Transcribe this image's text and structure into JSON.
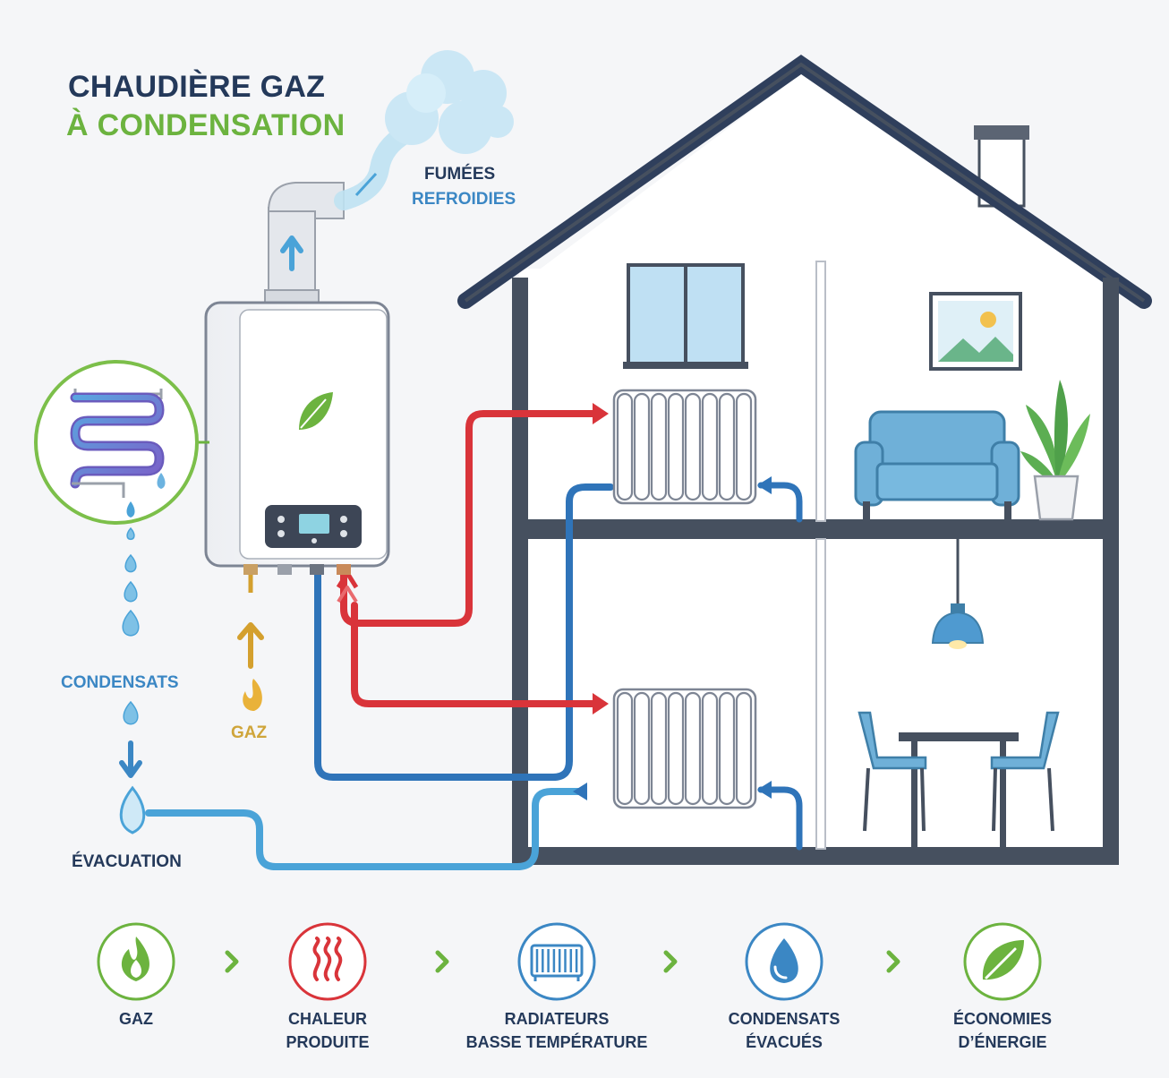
{
  "title": {
    "line1": "CHAUDIÈRE GAZ",
    "line2": "À CONDENSATION"
  },
  "labels": {
    "fumees_line1": "FUMÉES",
    "fumees_line2": "REFROIDIES",
    "condensats": "CONDENSATS",
    "gaz": "GAZ",
    "evacuation": "ÉVACUATION"
  },
  "steps": [
    {
      "line1": "GAZ",
      "line2": "",
      "icon": "flame-icon",
      "color": "#6cb33f"
    },
    {
      "line1": "CHALEUR",
      "line2": "PRODUITE",
      "icon": "heat-waves-icon",
      "color": "#d9343a"
    },
    {
      "line1": "RADIATEURS",
      "line2": "BASSE TEMPÉRATURE",
      "icon": "radiator-icon",
      "color": "#3b87c4"
    },
    {
      "line1": "CONDENSATS",
      "line2": "ÉVACUÉS",
      "icon": "water-drop-icon",
      "color": "#3b87c4"
    },
    {
      "line1": "ÉCONOMIES",
      "line2": "D’ÉNERGIE",
      "icon": "leaf-icon",
      "color": "#6cb33f"
    }
  ],
  "colors": {
    "navy": "#24395a",
    "green": "#6cb33f",
    "hot_pipe": "#d9343a",
    "cold_pipe": "#2f74b9",
    "condensate": "#4aa3d8",
    "gas": "#d4a02e",
    "house_wall": "#46505f"
  }
}
